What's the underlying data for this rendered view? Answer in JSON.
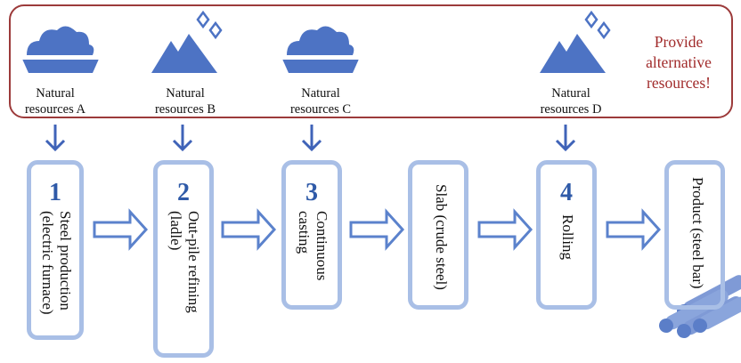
{
  "colors": {
    "frame": "#9c3a3a",
    "accent_text": "#a12b2b",
    "icon_blue": "#4d73c4",
    "arrow_blue": "#3f63b8",
    "box_border": "#a9bfe6",
    "number_blue": "#2f5aa8"
  },
  "resources": [
    {
      "line1": "Natural",
      "line2": "resources A",
      "icon": "cloud-basin-icon"
    },
    {
      "line1": "Natural",
      "line2": "resources B",
      "icon": "mountain-diamond-icon"
    },
    {
      "line1": "Natural",
      "line2": "resources C",
      "icon": "cloud-basin-icon"
    },
    {
      "line1": "Natural",
      "line2": "resources D",
      "icon": "mountain-diamond-icon"
    }
  ],
  "provide": {
    "line1": "Provide",
    "line2": "alternative",
    "line3": "resources!"
  },
  "steps": [
    {
      "num": "1",
      "line1": "Steel production",
      "line2": "(electric furnace)"
    },
    {
      "num": "2",
      "line1": "Out-pile refining",
      "line2": "(ladle)"
    },
    {
      "num": "3",
      "line1": "Continuous",
      "line2": "casting"
    },
    {
      "num": "",
      "line1": "Slab (crude steel)",
      "line2": ""
    },
    {
      "num": "4",
      "line1": "Rolling",
      "line2": ""
    },
    {
      "num": "",
      "line1": "Product (steel bar)",
      "line2": ""
    }
  ]
}
